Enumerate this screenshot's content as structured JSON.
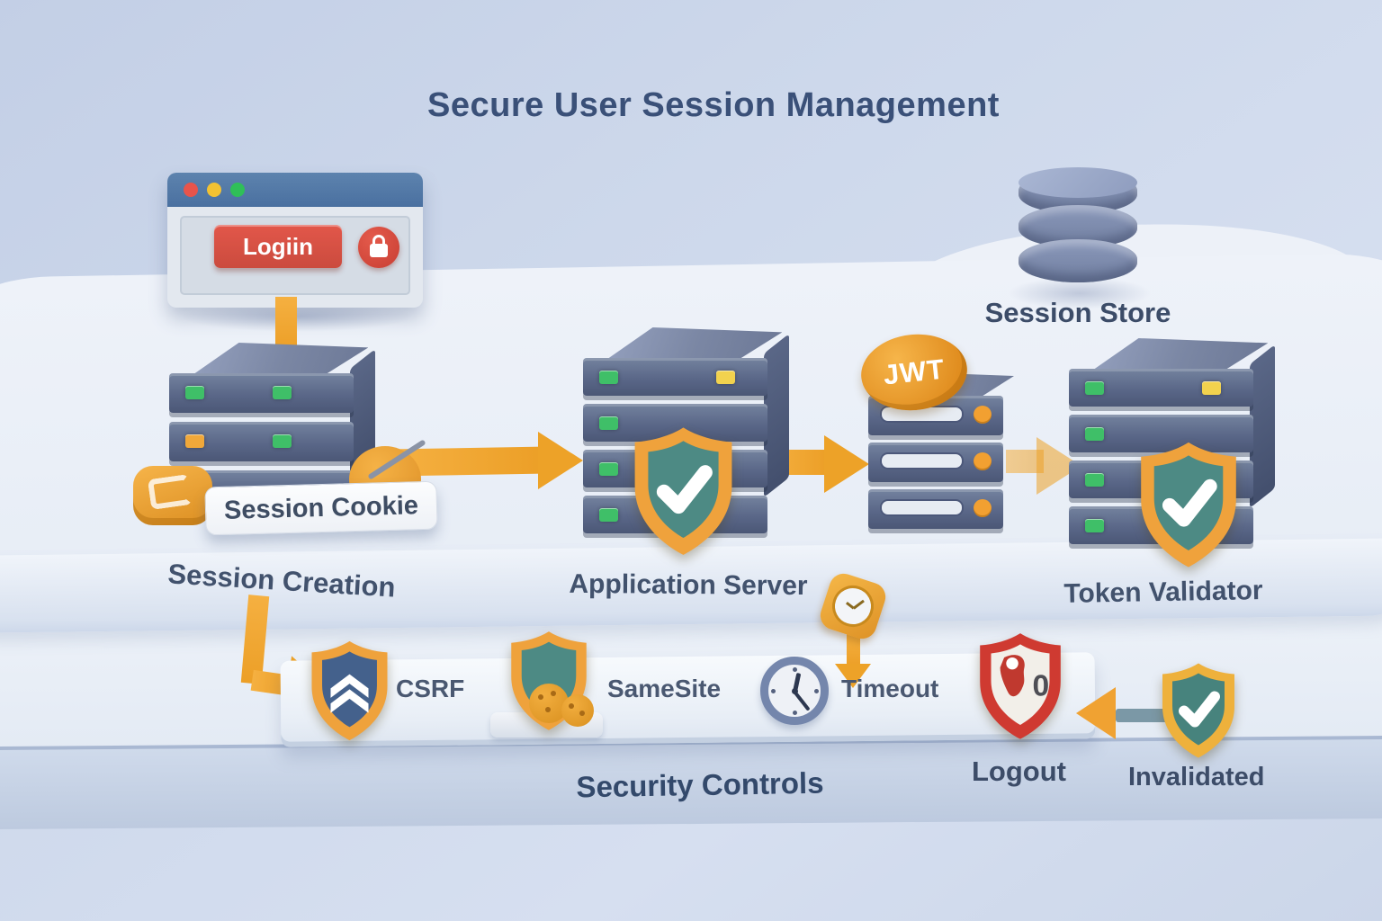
{
  "title": "Secure User Session Management",
  "browser": {
    "login_label": "Logiin"
  },
  "flow": {
    "session_store_label": "Session Store",
    "session_cookie_label": "Session Cookie",
    "session_creation_label": "Session Creation",
    "application_server_label": "Application Server",
    "jwt_badge": "JWT",
    "token_validator_label": "Token Validator"
  },
  "security": {
    "band_label": "Security Controls",
    "items": [
      {
        "label": "CSRF",
        "icon": "csrf-shield-icon"
      },
      {
        "label": "SameSite",
        "icon": "samesite-cookie-shield-icon"
      },
      {
        "label": "Timeout",
        "icon": "timeout-clock-icon"
      },
      {
        "label": "Logout",
        "icon": "logout-shield-icon"
      },
      {
        "label": "Invalidated",
        "icon": "invalidated-check-shield-icon"
      }
    ]
  },
  "logout_badge_value": "0",
  "colors": {
    "accent_orange": "#f0a232",
    "title_blue": "#3a5078",
    "shield_teal": "#4d8a84",
    "server_slate": "#5f6e8f",
    "alert_red": "#d44b3e",
    "led_green": "#3fbf68"
  }
}
